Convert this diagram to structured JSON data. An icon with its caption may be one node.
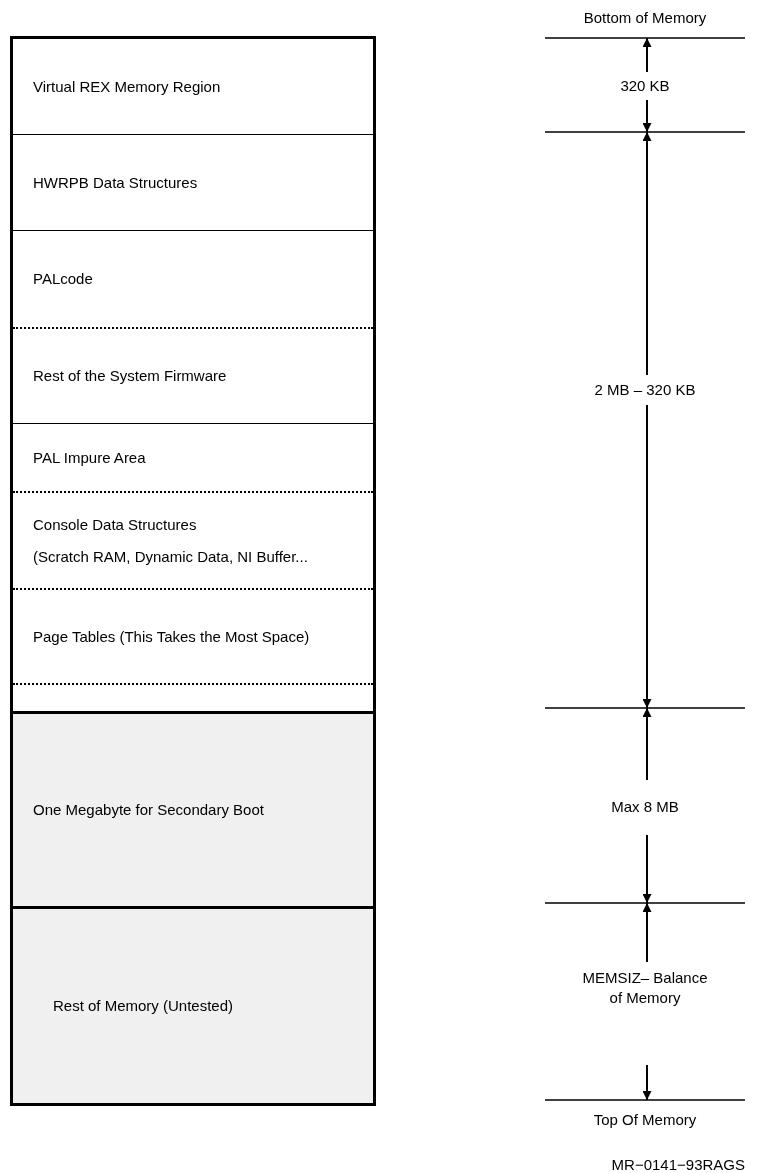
{
  "diagram": {
    "nodes": [
      {
        "text": [
          "Virtual REX Memory Region"
        ]
      },
      {
        "text": [
          "HWRPB Data Structures"
        ]
      },
      {
        "text": [
          "PALcode"
        ]
      },
      {
        "text": [
          "Rest of the System Firmware"
        ]
      },
      {
        "text": [
          "PAL Impure Area"
        ]
      },
      {
        "text": [
          "Console Data Structures",
          "(Scratch RAM, Dynamic Data, NI Buffer..."
        ]
      },
      {
        "text": [
          "Page Tables (This Takes the Most Space)"
        ]
      },
      {
        "text": [
          "One Megabyte for Secondary Boot"
        ]
      },
      {
        "text": [
          "Rest of Memory (Untested)"
        ]
      }
    ],
    "edges": [],
    "labels": [
      "Bottom of Memory",
      "320 KB",
      "2 MB – 320 KB",
      "Max 8 MB",
      "MEMSIZ– Balance of Memory",
      "Top Of Memory",
      "MR−0141−93RAGS"
    ]
  }
}
